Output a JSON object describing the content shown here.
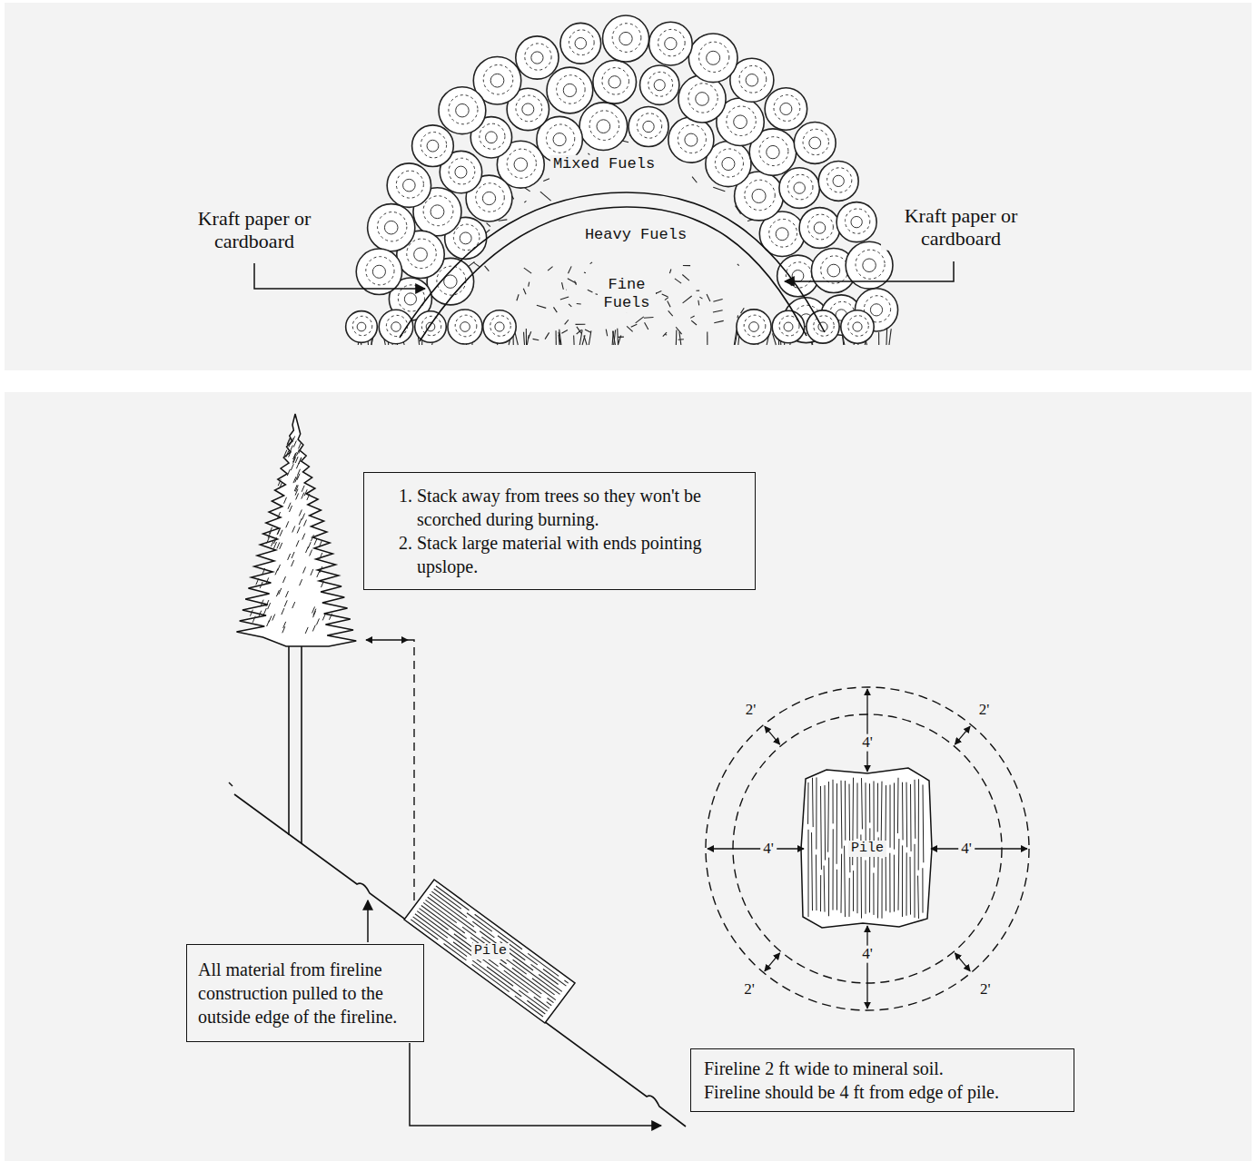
{
  "diagram": {
    "nodes": [
      {
        "text": [
          "1. Stack away from trees so they won't be scorched during burning.",
          "2. Stack large material with ends pointing upslope."
        ]
      },
      {
        "text": [
          "All material from fireline construction pulled to the outside edge of the fireline."
        ]
      },
      {
        "text": [
          "Fireline 2 ft wide to mineral soil.",
          "Fireline should be 4 ft from edge of pile."
        ]
      }
    ],
    "labels": [
      "Mixed Fuels",
      "Kraft paper or cardboard",
      "Kraft paper or cardboard",
      "Heavy Fuels",
      "Fine Fuels",
      "4'",
      "2'",
      "2'",
      "4'",
      "Pile",
      "4'",
      "Pile",
      "2'",
      "2'",
      "4'"
    ]
  }
}
